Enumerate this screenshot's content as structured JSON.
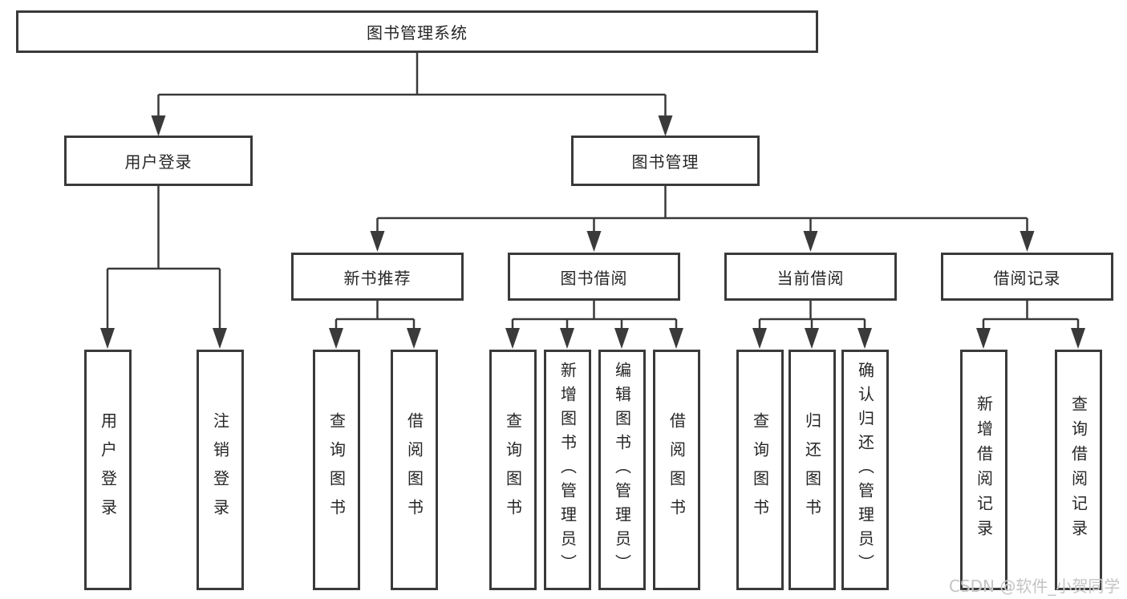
{
  "colors": {
    "line": "#3a3a3a",
    "text": "#262626",
    "watermark": "#c4c4c4",
    "background": "#ffffff"
  },
  "watermark": {
    "text": "CSDN @软件_小贺同学"
  },
  "tree": {
    "root": {
      "label": "图书管理系统",
      "children": [
        {
          "label": "用户登录",
          "children": [
            {
              "label": "用户登录"
            },
            {
              "label": "注销登录"
            }
          ]
        },
        {
          "label": "图书管理",
          "children": [
            {
              "label": "新书推荐",
              "children": [
                {
                  "label": "查询图书"
                },
                {
                  "label": "借阅图书"
                }
              ]
            },
            {
              "label": "图书借阅",
              "children": [
                {
                  "label": "查询图书"
                },
                {
                  "label": "新增图书（管理员）"
                },
                {
                  "label": "编辑图书（管理员）"
                },
                {
                  "label": "借阅图书"
                }
              ]
            },
            {
              "label": "当前借阅",
              "children": [
                {
                  "label": "查询图书"
                },
                {
                  "label": "归还图书"
                },
                {
                  "label": "确认归还（管理员）"
                }
              ]
            },
            {
              "label": "借阅记录",
              "children": [
                {
                  "label": "新增借阅记录"
                },
                {
                  "label": "查询借阅记录"
                }
              ]
            }
          ]
        }
      ]
    }
  }
}
